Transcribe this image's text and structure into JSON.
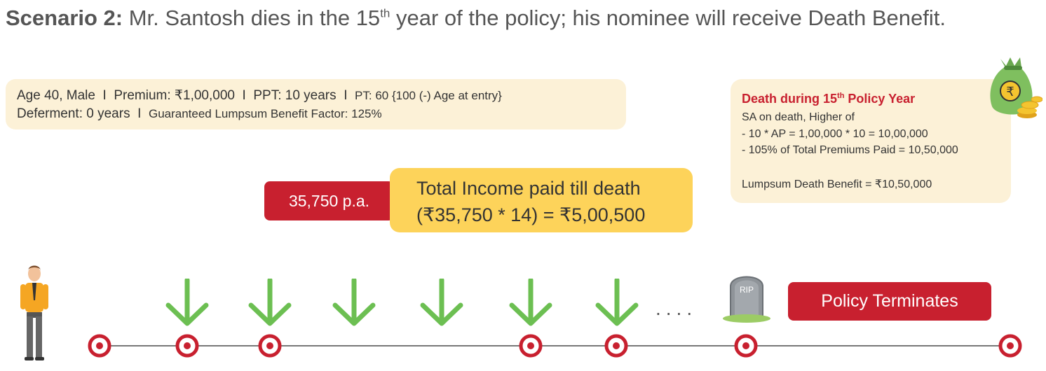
{
  "title": {
    "bold": "Scenario 2:",
    "part1": " Mr. Santosh dies in the 15",
    "sup": "th",
    "part2": " year of the policy; his nominee will receive Death Benefit."
  },
  "policy_info": {
    "line1_main": "Age 40, Male  I  Premium: ₹1,00,000  I  PPT: 10 years  I  ",
    "line1_small": "PT: 60 {100 (-) Age at entry}",
    "line2_main": "Deferment: 0 years  I  ",
    "line2_small": "Guaranteed Lumpsum Benefit Factor: 125%"
  },
  "death_benefit": {
    "heading_pre": "Death during 15",
    "heading_sup": "th",
    "heading_post": " Policy Year",
    "lines": [
      "SA on death, Higher of",
      "- 10 * AP = 1,00,000 * 10 = 10,00,000",
      "- 105% of Total Premiums Paid = 10,50,000",
      "Lumpsum Death Benefit = ₹10,50,000"
    ]
  },
  "income": {
    "rate": "35,750 p.a.",
    "line1": "Total Income paid till death",
    "line2": "(₹35,750 * 14) = ₹5,00,500"
  },
  "tombstone_label": "RIP",
  "terminates_label": "Policy Terminates",
  "ellipsis": "....",
  "icons": [
    "person-icon",
    "down-arrow-icon",
    "tombstone-icon",
    "money-bag-icon",
    "timeline-node-icon"
  ],
  "colors": {
    "accent_red": "#c8202f",
    "arrow_green": "#6cbf52",
    "box_cream": "#fcf1d7",
    "box_yellow": "#fdd35a"
  }
}
